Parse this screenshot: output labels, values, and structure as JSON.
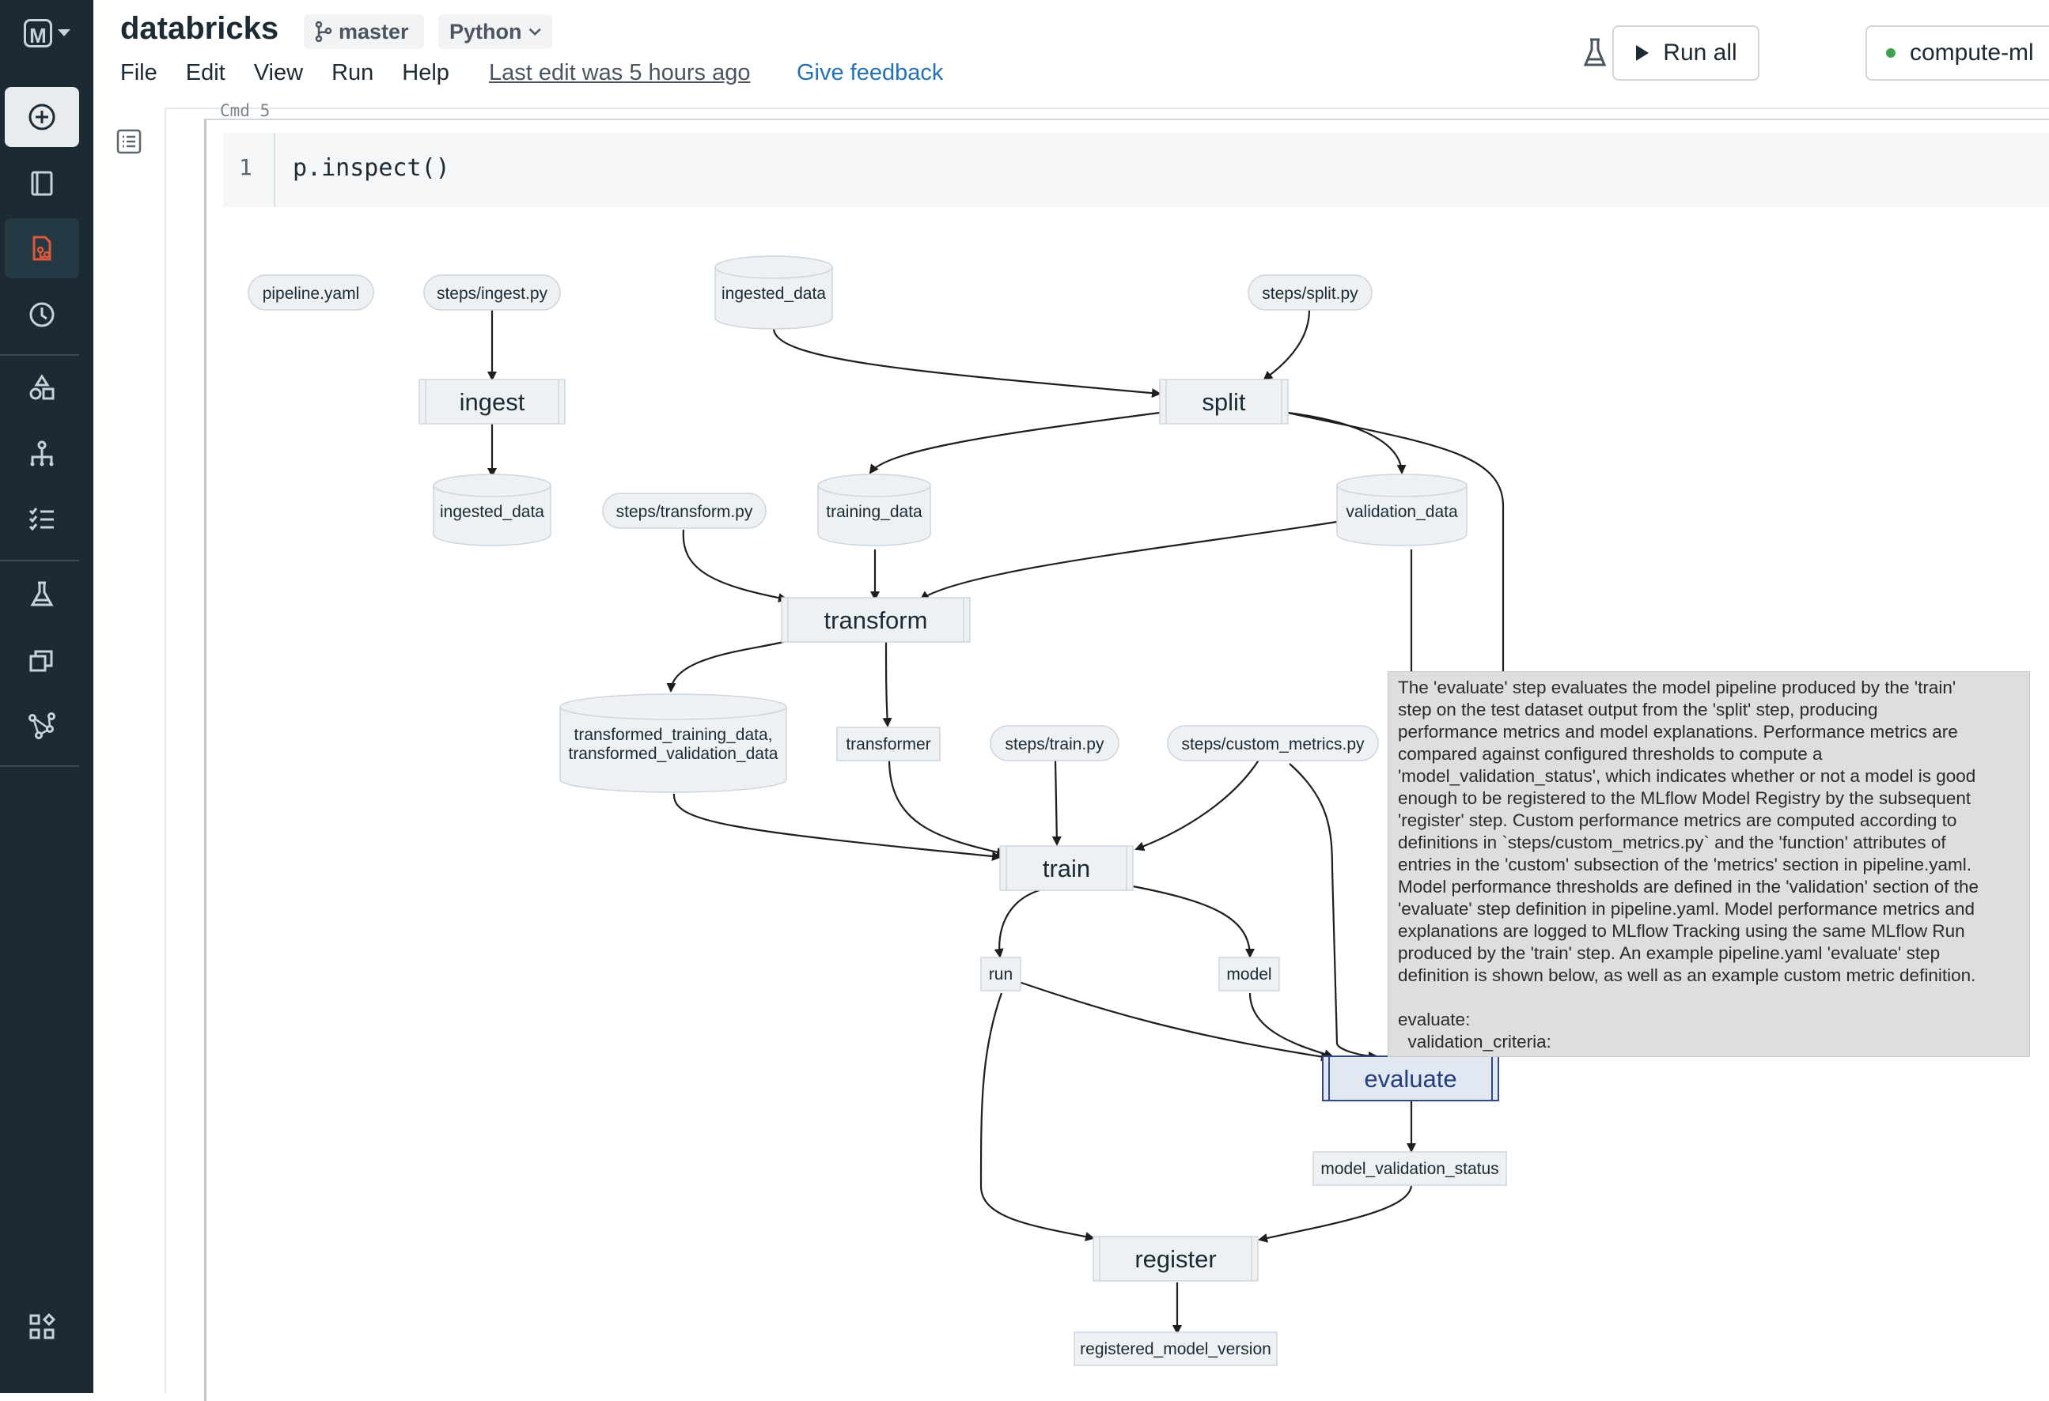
{
  "app": {
    "title": "databricks",
    "branch": "master",
    "language": "Python",
    "last_edit": "Last edit was 5 hours ago",
    "feedback": "Give feedback",
    "run_all": "Run all",
    "compute": "compute-ml"
  },
  "menu": [
    "File",
    "Edit",
    "View",
    "Run",
    "Help"
  ],
  "rail": {
    "logo_letter": "M",
    "icons": [
      "plus-icon",
      "notebook-icon",
      "pipeline-icon",
      "history-icon",
      "shapes-icon",
      "hierarchy-icon",
      "checklist-icon",
      "flask-icon",
      "copy-icon",
      "network-icon",
      "settings-icon"
    ]
  },
  "cell": {
    "cmd_label": "Cmd 5",
    "line_number": "1",
    "code": "p.inspect()"
  },
  "dag": {
    "nodes": {
      "pipeline_yaml": "pipeline.yaml",
      "steps_ingest": "steps/ingest.py",
      "ingested_data_in": "ingested_data",
      "steps_split": "steps/split.py",
      "ingest": "ingest",
      "split": "split",
      "ingested_data_out": "ingested_data",
      "steps_transform": "steps/transform.py",
      "training_data": "training_data",
      "validation_data": "validation_data",
      "transform": "transform",
      "transformed_data_line1": "transformed_training_data,",
      "transformed_data_line2": "transformed_validation_data",
      "transformer": "transformer",
      "steps_train": "steps/train.py",
      "steps_custom_metrics": "steps/custom_metrics.py",
      "train": "train",
      "run": "run",
      "model": "model",
      "evaluate": "evaluate",
      "model_validation_status": "model_validation_status",
      "register": "register",
      "registered_model_version": "registered_model_version"
    }
  },
  "tooltip": {
    "lines": [
      "The 'evaluate' step evaluates the model pipeline produced by the 'train'",
      "step on the test dataset output from the 'split' step, producing",
      "performance metrics and model explanations. Performance metrics are",
      "compared against configured thresholds to compute a",
      "'model_validation_status', which indicates whether or not a model is good",
      "enough to be registered to the MLflow Model Registry by the subsequent",
      "'register' step. Custom performance metrics are computed according to",
      "definitions in `steps/custom_metrics.py` and the 'function' attributes of",
      "entries in the 'custom' subsection of the 'metrics' section in pipeline.yaml.",
      "Model performance thresholds are defined in the 'validation' section of the",
      "'evaluate' step definition in pipeline.yaml. Model performance metrics and",
      "explanations are logged to MLflow Tracking using the same MLflow Run",
      "produced by the 'train' step. An example pipeline.yaml 'evaluate' step",
      "definition is shown below, as well as an example custom metric definition.",
      "",
      "evaluate:",
      "  validation_criteria:"
    ]
  }
}
